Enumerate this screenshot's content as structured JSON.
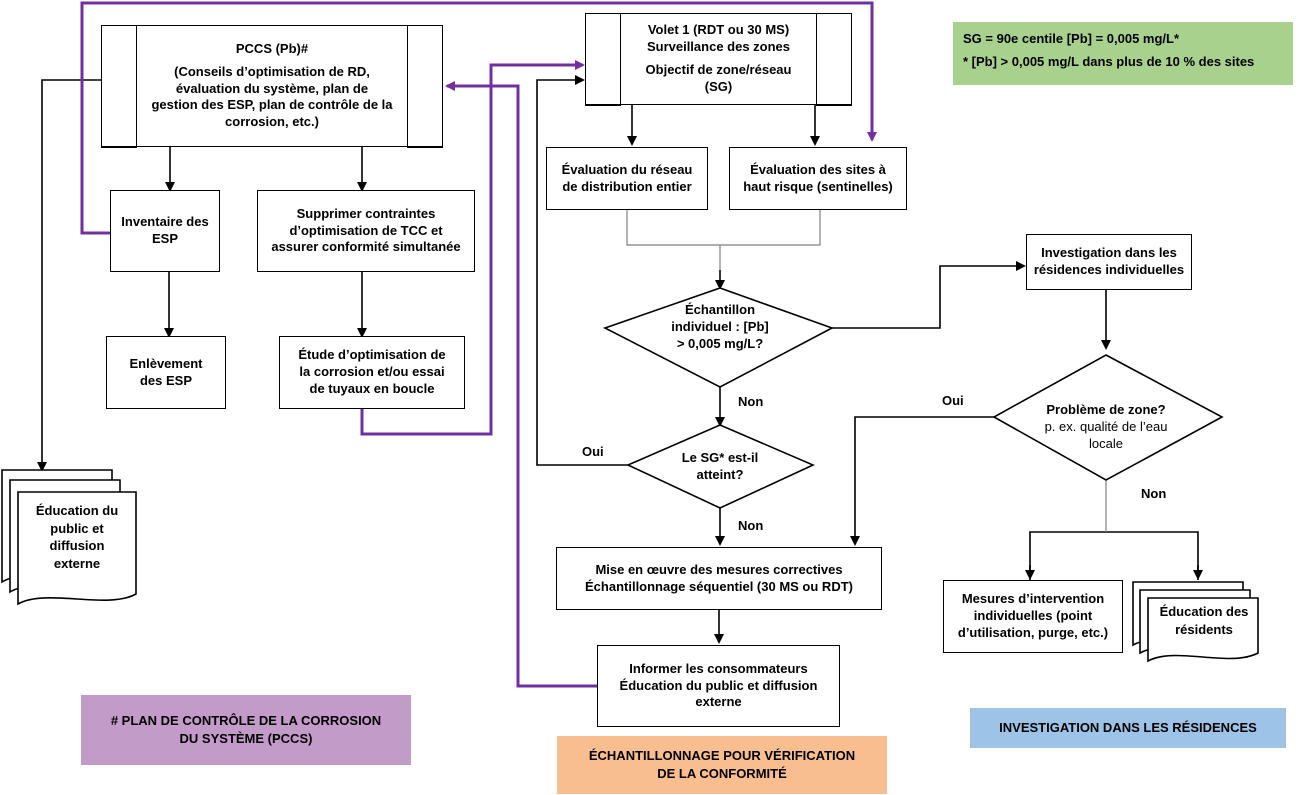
{
  "colors": {
    "purple": "#7030a0",
    "gray": "#808080",
    "sg_note": "#a9d18e",
    "pccs_legend": "#c39bc8",
    "sampling_legend": "#f8be8f",
    "residences_legend": "#9dc3e6"
  },
  "nodes": {
    "pccs": {
      "title": "PCCS (Pb)#",
      "lines": [
        "(Conseils d’optimisation de RD,",
        "évaluation du système, plan de",
        "gestion des ESP, plan de contrôle de la",
        "corrosion, etc.)"
      ]
    },
    "inventaire": [
      "Inventaire des",
      "ESP"
    ],
    "enlevement": [
      "Enlèvement",
      "des ESP"
    ],
    "supprimer": [
      "Supprimer contraintes",
      "d’optimisation de TCC et",
      "assurer conformité simultanée"
    ],
    "etude": [
      "Étude d’optimisation de",
      "la corrosion et/ou essai",
      "de tuyaux en boucle"
    ],
    "education_public": [
      "Éducation du",
      "public et",
      "diffusion",
      "externe"
    ],
    "volet": [
      "Volet 1 (RDT ou 30 MS)",
      "Surveillance des zones",
      "Objectif de zone/réseau",
      "(SG)"
    ],
    "eval_reseau": [
      "Évaluation du réseau",
      "de distribution entier"
    ],
    "eval_sites": [
      "Évaluation des sites à",
      "haut risque (sentinelles)"
    ],
    "echantillon": [
      "Échantillon",
      "individuel : [Pb]",
      "> 0,005 mg/L?"
    ],
    "sg_atteint": [
      "Le SG* est-il",
      "atteint?"
    ],
    "mesures": [
      "Mise en œuvre des mesures correctives",
      "Échantillonnage séquentiel (30 MS ou RDT)"
    ],
    "informer": [
      "Informer les consommateurs",
      "Éducation du public et diffusion",
      "externe"
    ],
    "investigation": [
      "Investigation dans les",
      "résidences individuelles"
    ],
    "probleme": {
      "title": "Problème de zone?",
      "lines": [
        "p. ex. qualité de l’eau",
        "locale"
      ]
    },
    "intervention": [
      "Mesures d’intervention",
      "individuelles (point",
      "d’utilisation, purge, etc.)"
    ],
    "education_residents": [
      "Éducation des",
      "résidents"
    ]
  },
  "labels": {
    "non1": "Non",
    "oui1": "Oui",
    "non2": "Non",
    "oui2": "Oui",
    "non3": "Non"
  },
  "sg_note": {
    "line1": "SG = 90e centile [Pb] = 0,005 mg/L*",
    "line2": "* [Pb] > 0,005 mg/L dans plus de 10 % des sites"
  },
  "legends": {
    "pccs": [
      "# PLAN DE CONTRÔLE DE LA CORROSION",
      "DU SYSTÈME (PCCS)"
    ],
    "sampling": [
      "ÉCHANTILLONNAGE POUR VÉRIFICATION",
      "DE LA CONFORMITÉ"
    ],
    "residences": [
      "INVESTIGATION DANS LES RÉSIDENCES"
    ]
  }
}
